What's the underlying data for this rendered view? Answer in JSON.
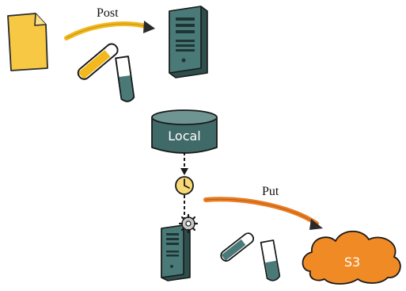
{
  "labels": {
    "post": "Post",
    "put": "Put",
    "local": "Local",
    "s3": "S3"
  },
  "icons": [
    "document-icon",
    "post-arrow-icon",
    "server-icon",
    "test-tube-yellow-icon",
    "test-tube-teal-icon",
    "database-local-icon",
    "clock-icon",
    "server-small-icon",
    "gear-icon",
    "put-arrow-icon",
    "test-tube-teal-small-icon",
    "cloud-s3-icon"
  ],
  "colors": {
    "document": "#f7c843",
    "post_arrow": "#f2b81c",
    "put_arrow": "#ea7a1f",
    "server": "#4a7a78",
    "server_dark": "#2c4f4e",
    "database": "#3f6a68",
    "cloud": "#f08a24",
    "clock": "#f9d977",
    "outline": "#222222"
  }
}
